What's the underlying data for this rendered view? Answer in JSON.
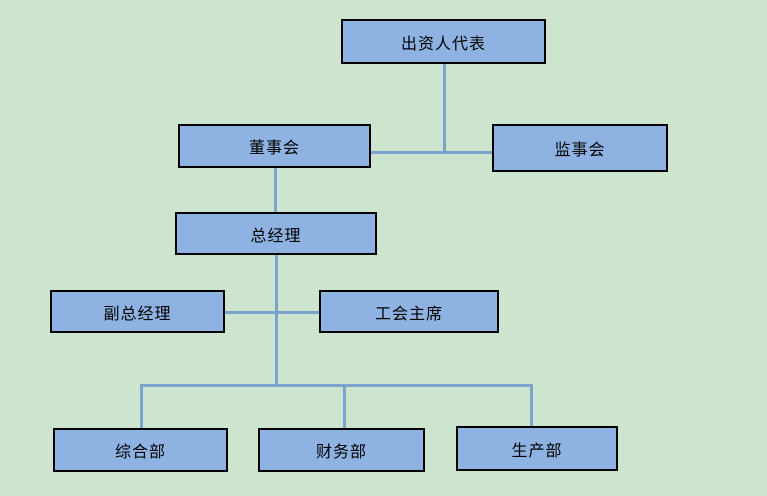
{
  "diagram": {
    "title": "org-chart",
    "nodes": [
      {
        "id": "investor-representative",
        "label": "出资人代表"
      },
      {
        "id": "board-of-directors",
        "label": "董事会"
      },
      {
        "id": "supervisory-board",
        "label": "监事会"
      },
      {
        "id": "general-manager",
        "label": "总经理"
      },
      {
        "id": "deputy-general-manager",
        "label": "副总经理"
      },
      {
        "id": "union-chairman",
        "label": "工会主席"
      },
      {
        "id": "general-department",
        "label": "综合部"
      },
      {
        "id": "finance-department",
        "label": "财务部"
      },
      {
        "id": "production-department",
        "label": "生产部"
      }
    ],
    "edges": [
      {
        "from": "investor-representative",
        "to": "board-of-directors"
      },
      {
        "from": "investor-representative",
        "to": "supervisory-board"
      },
      {
        "from": "board-of-directors",
        "to": "general-manager"
      },
      {
        "from": "general-manager",
        "to": "deputy-general-manager"
      },
      {
        "from": "general-manager",
        "to": "union-chairman"
      },
      {
        "from": "general-manager",
        "to": "general-department"
      },
      {
        "from": "general-manager",
        "to": "finance-department"
      },
      {
        "from": "general-manager",
        "to": "production-department"
      }
    ]
  },
  "style": {
    "background": "#cde5ce",
    "box_fill": "#8eb3e2",
    "box_border": "#000000",
    "line_color": "#7ba3cb"
  }
}
